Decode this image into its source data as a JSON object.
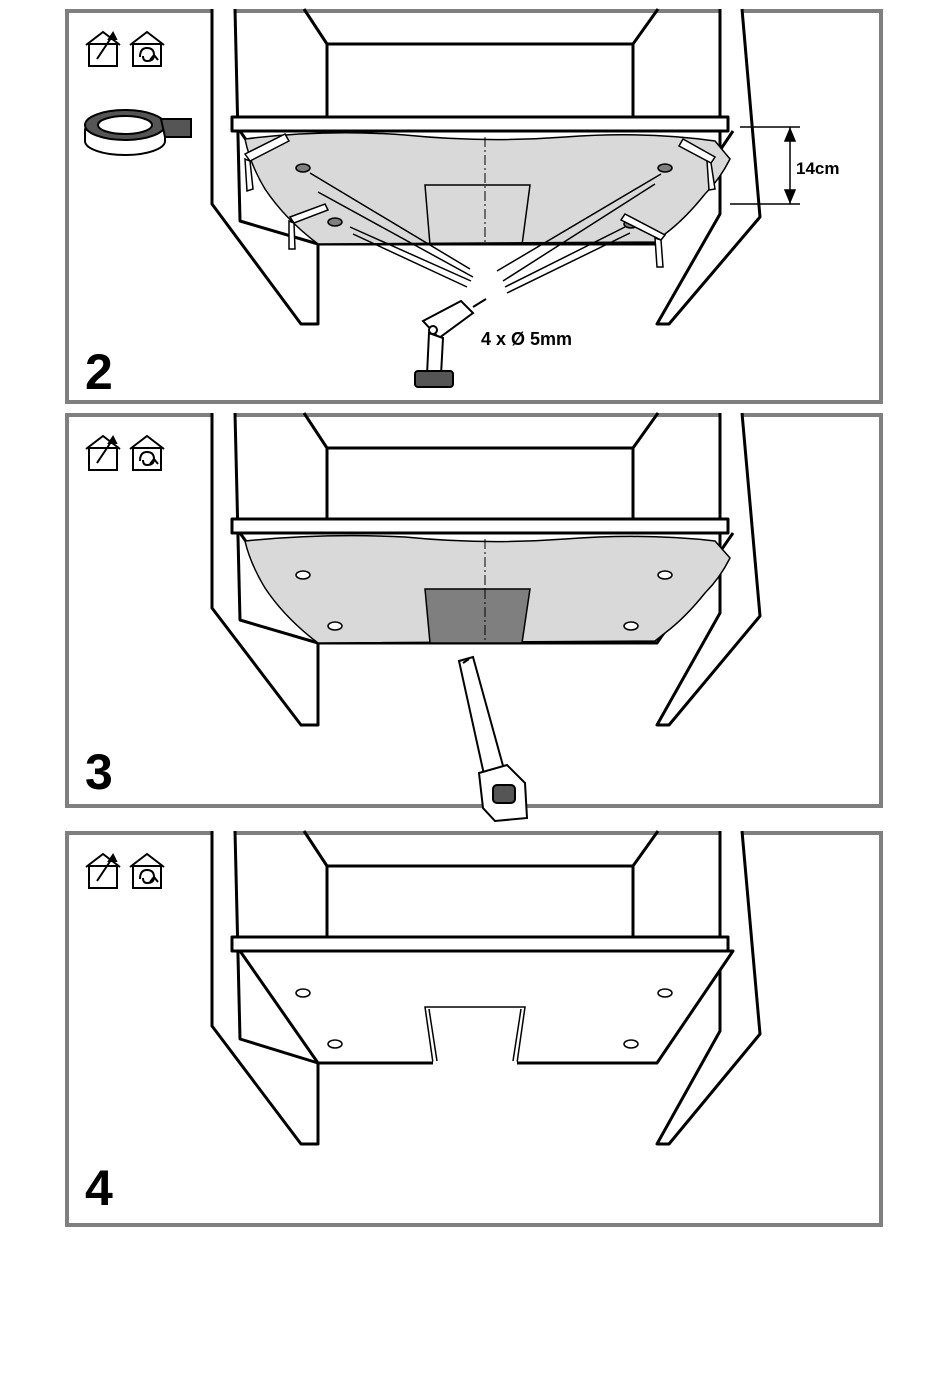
{
  "steps": [
    {
      "number": "2",
      "drill_label": "4 x Ø 5mm",
      "height_label": "14cm"
    },
    {
      "number": "3"
    },
    {
      "number": "4"
    }
  ],
  "icons": [
    "exhaust-mode-icon",
    "recirculation-mode-icon",
    "tape-roll-icon",
    "drill-icon",
    "saw-icon"
  ],
  "colors": {
    "frame": "#7f7f7f",
    "template": "#d9d9d9",
    "cutout": "#7f7f7f",
    "line": "#000000"
  }
}
